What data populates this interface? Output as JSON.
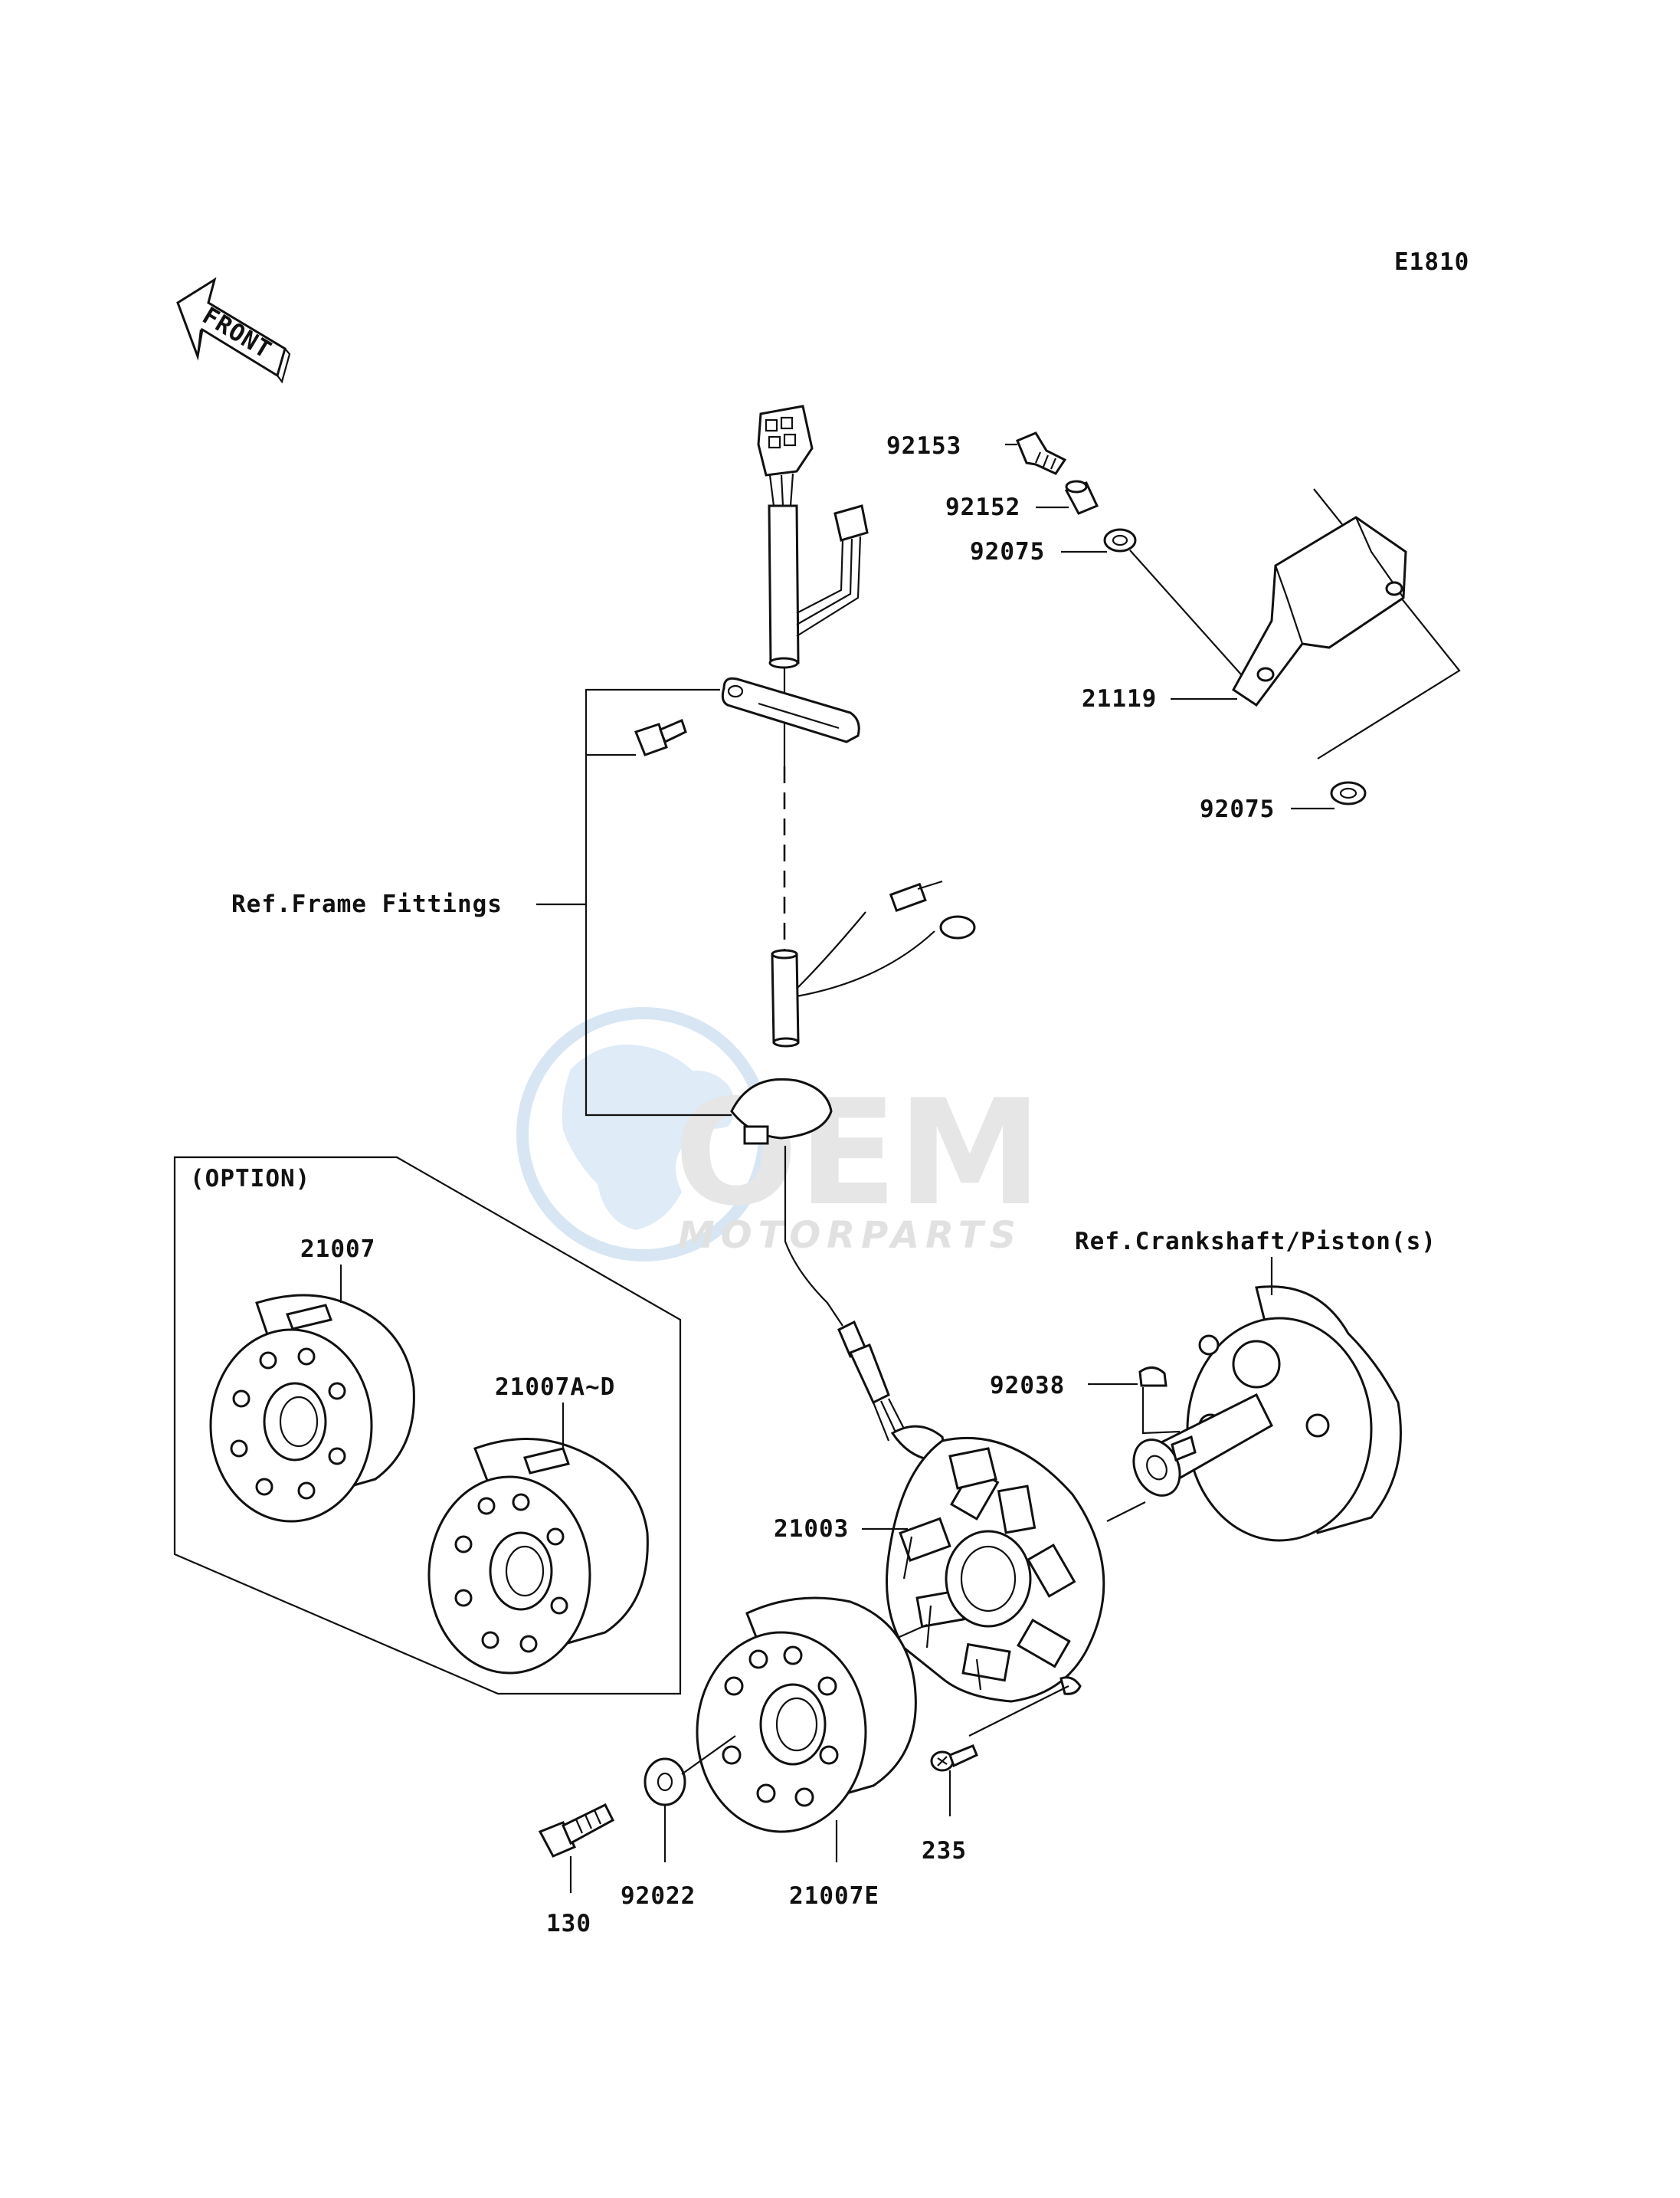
{
  "diagram_code": "E1810",
  "front_arrow_label": "FRONT",
  "watermark": {
    "brand": "OEM",
    "sub": "MOTORPARTS"
  },
  "option_box_label": "(OPTION)",
  "refs": {
    "frame_fittings": "Ref.Frame Fittings",
    "crankshaft": "Ref.Crankshaft/Piston(s)"
  },
  "parts": {
    "p92153": "92153",
    "p92152": "92152",
    "p92075_top": "92075",
    "p21119": "21119",
    "p92075_bottom": "92075",
    "p21007": "21007",
    "p21007AD": "21007A~D",
    "p92038": "92038",
    "p21003": "21003",
    "p235": "235",
    "p130": "130",
    "p92022": "92022",
    "p21007E": "21007E"
  },
  "colors": {
    "line": "#111111",
    "watermark_blue": "#c6dcef",
    "watermark_gray": "#d2d2d2"
  }
}
